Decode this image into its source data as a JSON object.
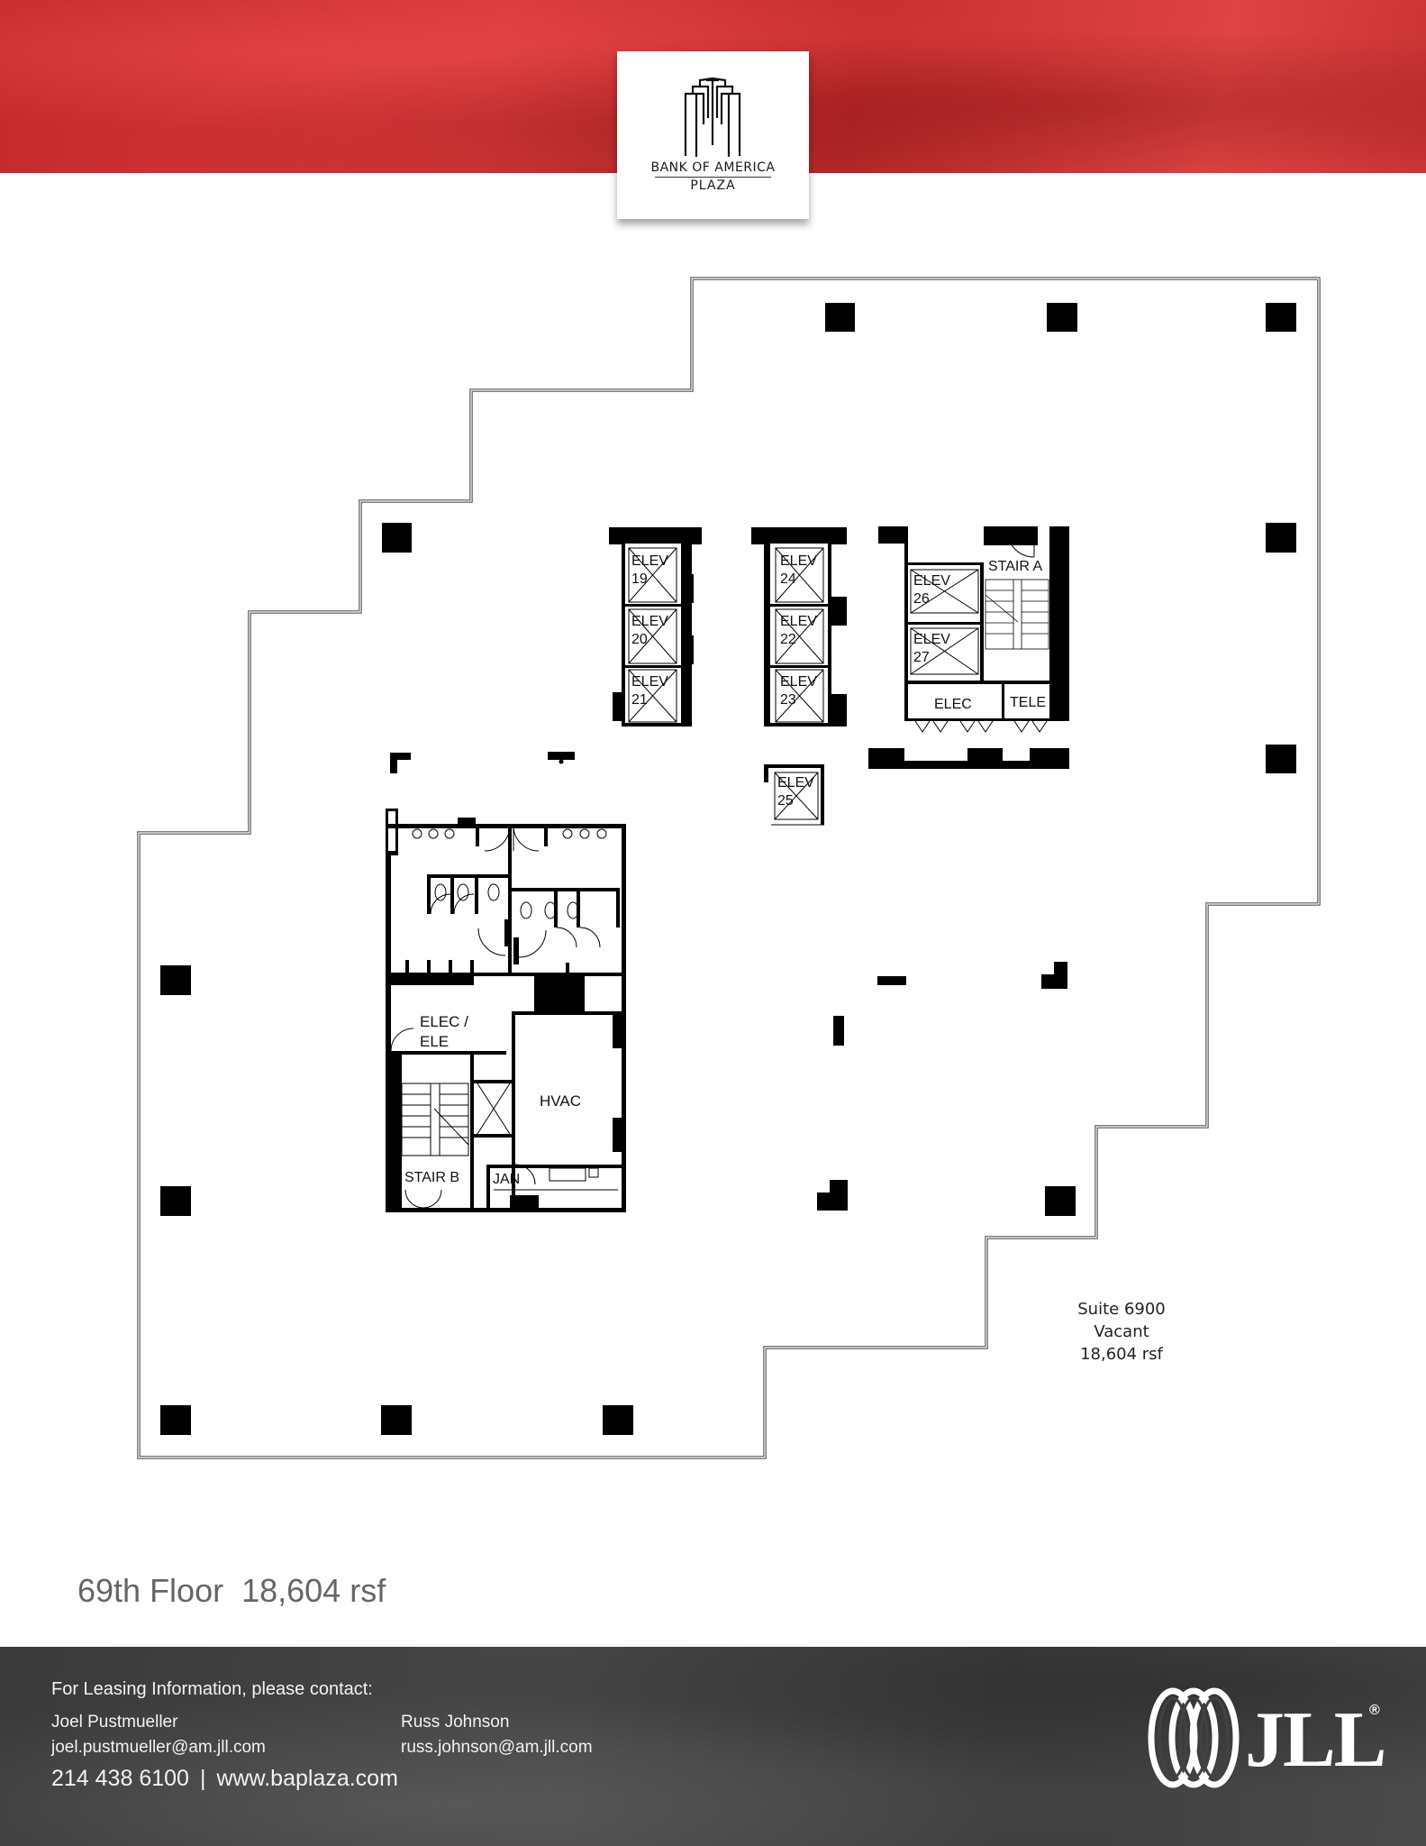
{
  "header": {
    "brand_line1": "BANK OF AMERICA",
    "brand_line2": "PLAZA",
    "logo_icon": "tower-icon",
    "band_color": "#d03535",
    "card_color": "#ffffff"
  },
  "floor_plan": {
    "rooms": {
      "elevators": [
        {
          "label": "ELEV",
          "number": "19"
        },
        {
          "label": "ELEV",
          "number": "20"
        },
        {
          "label": "ELEV",
          "number": "21"
        },
        {
          "label": "ELEV",
          "number": "24"
        },
        {
          "label": "ELEV",
          "number": "22"
        },
        {
          "label": "ELEV",
          "number": "23"
        },
        {
          "label": "ELEV",
          "number": "26"
        },
        {
          "label": "ELEV",
          "number": "27"
        },
        {
          "label": "ELEV",
          "number": "25"
        }
      ],
      "stair_a": "STAIR A",
      "stair_b": "STAIR B",
      "elec_east": "ELEC",
      "tele": "TELE",
      "elec_west_line1": "ELEC /",
      "elec_west_line2": "ELE",
      "hvac": "HVAC",
      "jan": "JAN"
    },
    "suite": {
      "name": "Suite 6900",
      "status": "Vacant",
      "area": "18,604 rsf"
    }
  },
  "floor_title": "69th Floor  18,604 rsf",
  "footer": {
    "intro": "For Leasing Information, please contact:",
    "contacts": [
      {
        "name": "Joel Pustmueller",
        "email": "joel.pustmueller@am.jll.com"
      },
      {
        "name": "Russ Johnson",
        "email": "russ.johnson@am.jll.com"
      }
    ],
    "phone": "214 438 6100",
    "separator": "|",
    "website": "www.baplaza.com",
    "brand": "JLL",
    "registered": "®",
    "background_color": "#424242",
    "text_color": "#f2f2f2"
  }
}
